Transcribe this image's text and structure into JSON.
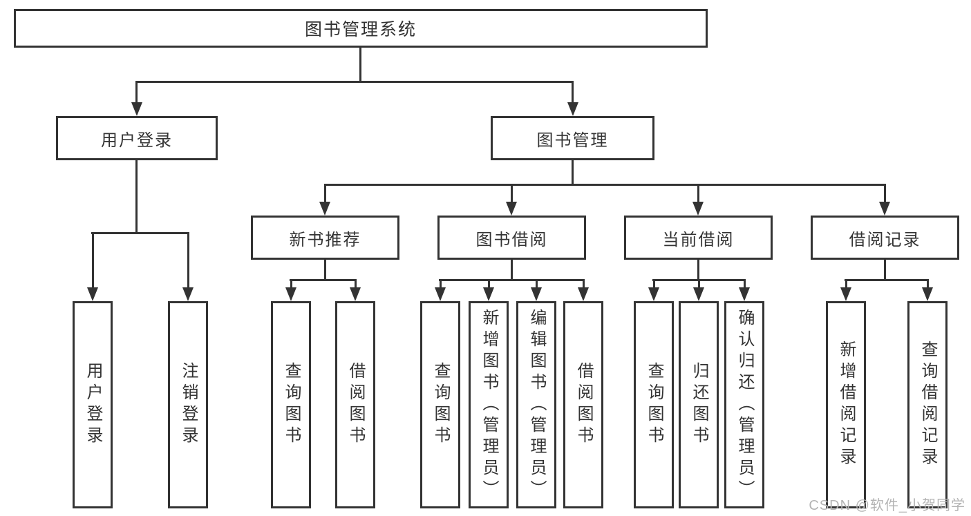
{
  "diagram": {
    "root": "图书管理系统",
    "branches": [
      {
        "label": "用户登录",
        "children": [
          {
            "label": "用户登录"
          },
          {
            "label": "注销登录"
          }
        ]
      },
      {
        "label": "图书管理",
        "children": [
          {
            "label": "新书推荐",
            "children": [
              {
                "label": "查询图书"
              },
              {
                "label": "借阅图书"
              }
            ]
          },
          {
            "label": "图书借阅",
            "children": [
              {
                "label": "查询图书"
              },
              {
                "label": "新增图书（管理员）"
              },
              {
                "label": "编辑图书（管理员）"
              },
              {
                "label": "借阅图书"
              }
            ]
          },
          {
            "label": "当前借阅",
            "children": [
              {
                "label": "查询图书"
              },
              {
                "label": "归还图书"
              },
              {
                "label": "确认归还（管理员）"
              }
            ]
          },
          {
            "label": "借阅记录",
            "children": [
              {
                "label": "新增借阅记录"
              },
              {
                "label": "查询借阅记录"
              }
            ]
          }
        ]
      }
    ]
  },
  "watermark": {
    "text": "CSDN @软件_小贺同学"
  },
  "colors": {
    "line": "#333333",
    "text": "#333333",
    "background": "#ffffff",
    "watermark": "#b4b4b4"
  }
}
